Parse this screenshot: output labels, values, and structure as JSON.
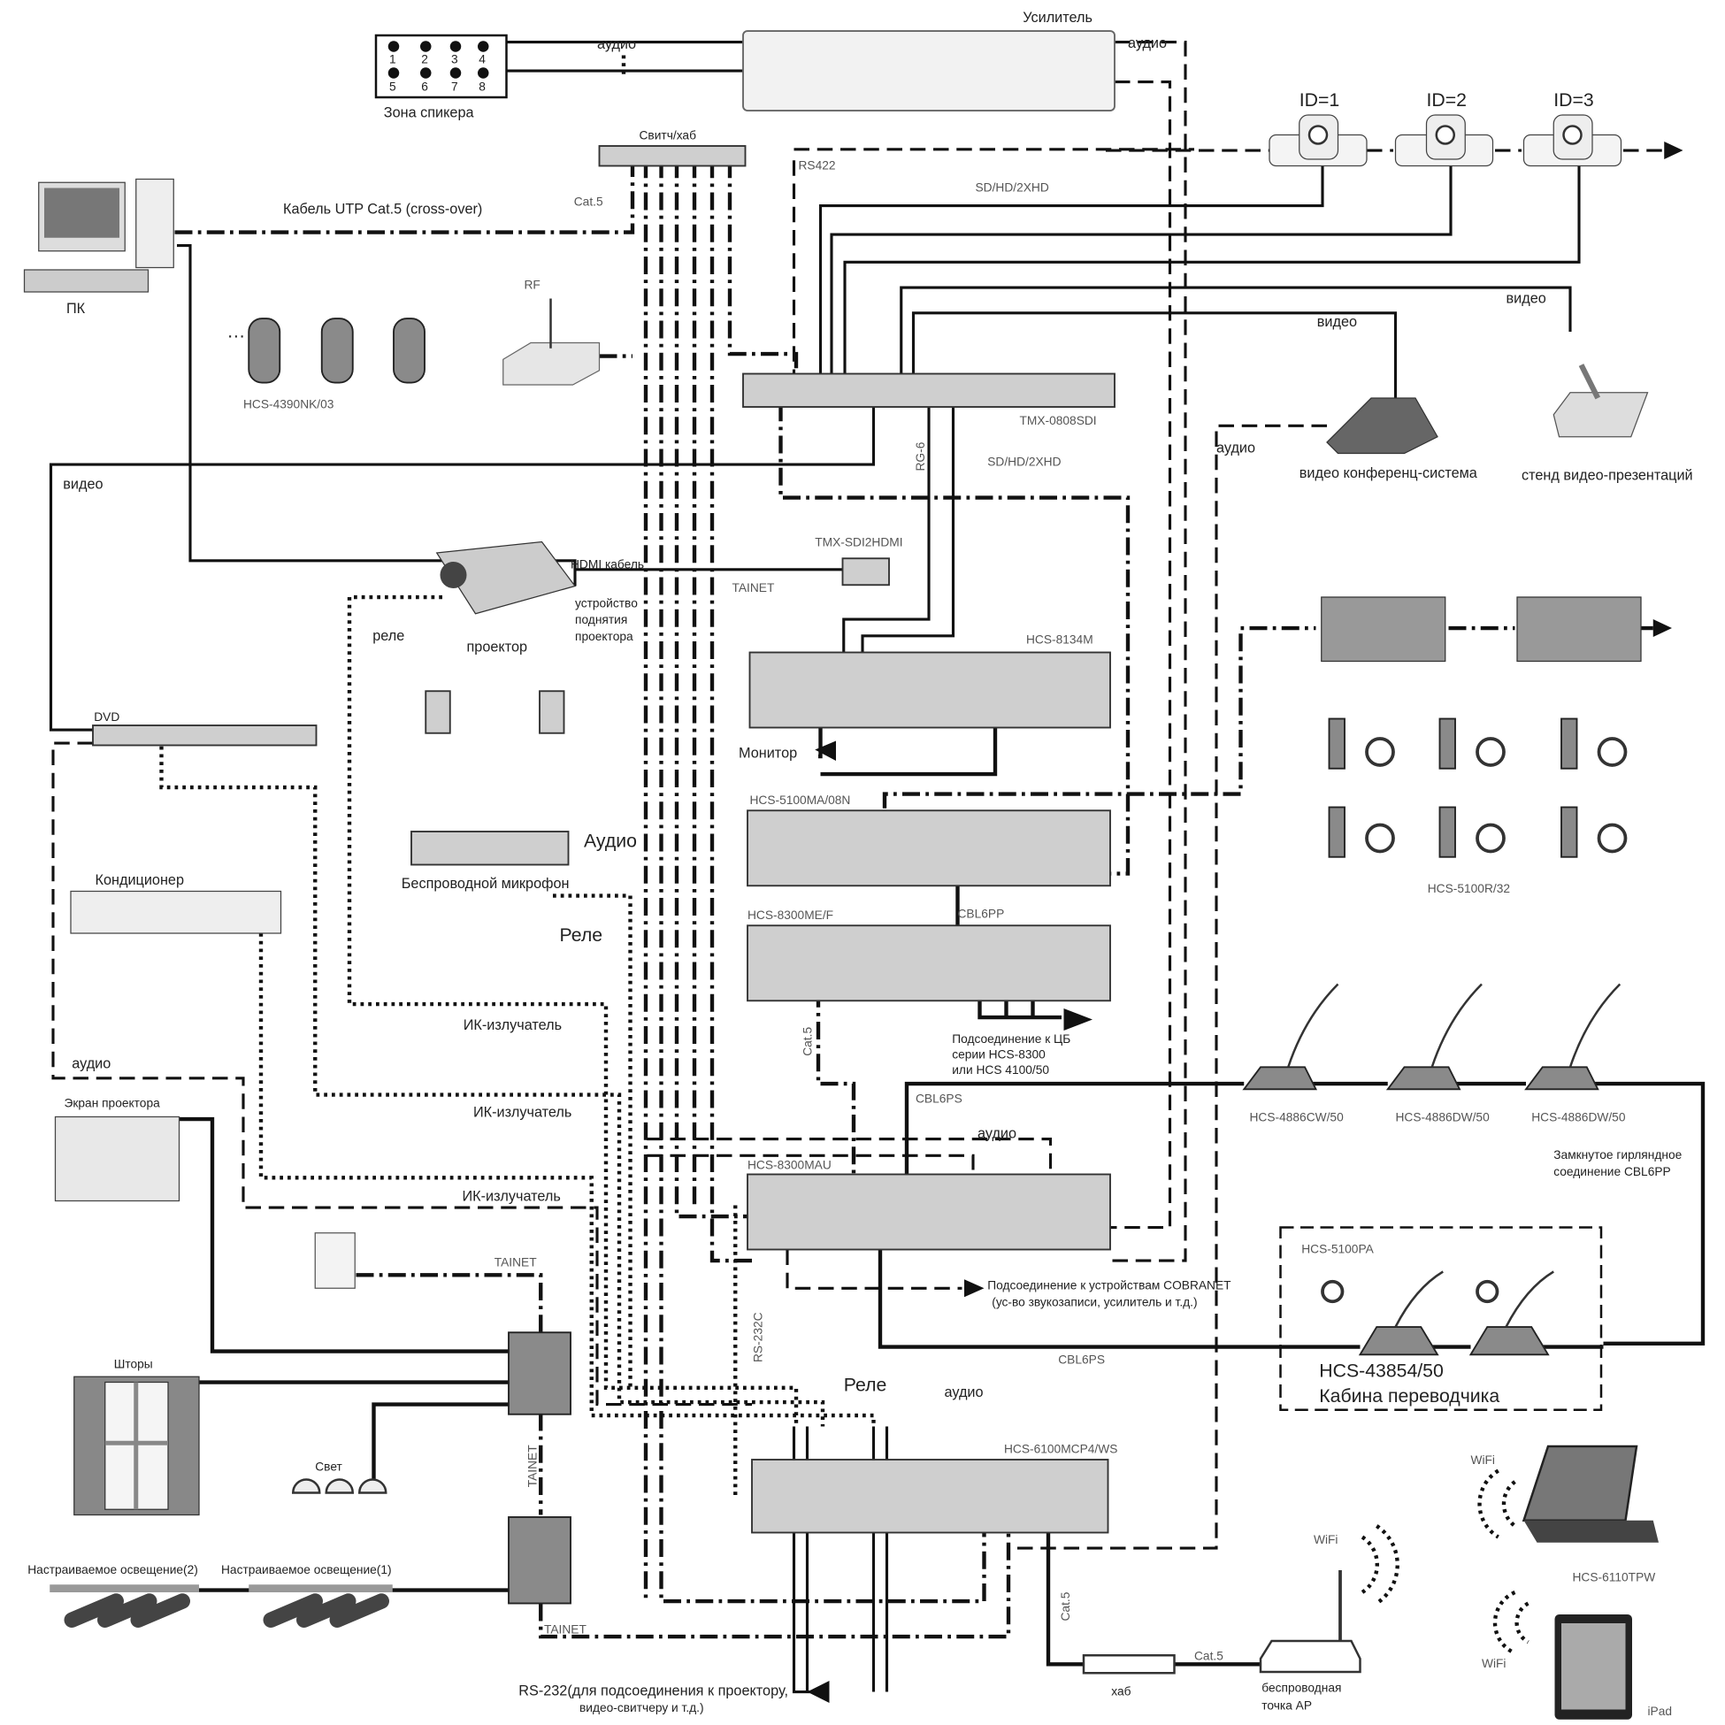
{
  "top": {
    "amplifier": "Усилитель",
    "audio_left": "аудио",
    "audio_right": "аудио",
    "speaker_zone": "Зона спикера",
    "speaker_numbers": [
      "1",
      "2",
      "3",
      "4",
      "5",
      "6",
      "7",
      "8"
    ],
    "switch_hub": "Свитч/хаб",
    "rs422": "RS422",
    "cat5": "Cat.5",
    "sdhd_top": "SD/HD/2XHD",
    "utp_cable": "Кабель UTP Cat.5 (cross-over)",
    "pc": "ПК",
    "rf": "RF",
    "handheld_model": "HCS-4390NK/03"
  },
  "cameras": [
    "ID=1",
    "ID=2",
    "ID=3"
  ],
  "video_sources": {
    "video1": "видео",
    "video2": "видео",
    "audio": "аудио",
    "vcs": "видео конференц-система",
    "presenter": "стенд видео-презентаций"
  },
  "matrix": {
    "model": "TMX-0808SDI",
    "rg6": "RG-6",
    "sdhd": "SD/HD/2XHD",
    "converter": "TMX-SDI2HDMI"
  },
  "left": {
    "video": "видео",
    "hdmi": "HDMI кабель",
    "tainet": "TAINET",
    "lift": [
      "устройство",
      "поднятия",
      "проектора"
    ],
    "relay": "реле",
    "projector": "проектор",
    "dvd": "DVD",
    "aircon": "Кондиционер",
    "audio": "аудио",
    "screen": "Экран проектора",
    "curtains": "Шторы",
    "light": "Свет",
    "tainet2": "TAINET",
    "tainet3": "TAINET",
    "tainet4": "TAINET",
    "dim2": "Настраиваемое освещение(2)",
    "dim1": "Настраиваемое освещение(1)"
  },
  "center": {
    "hcs8134m": "HCS-8134M",
    "monitor": "Монитор",
    "hcs5100ma": "HCS-5100MA/08N",
    "audio_big": "Аудио",
    "wireless_mic": "Беспроводной микрофон",
    "hcs8300mef": "HCS-8300ME/F",
    "cbl6pp": "CBL6PP",
    "relay_big": "Реле",
    "ir1": "ИК-излучатель",
    "ir2": "ИК-излучатель",
    "ir3": "ИК-излучатель",
    "cat5": "Cat.5",
    "cu_conn": [
      "Подсоединение к ЦБ",
      "серии HCS-8300",
      "или HCS 4100/50"
    ],
    "cbl6ps": "CBL6PS",
    "audio": "аудио",
    "hcs8300mau": "HCS-8300MAU",
    "cobranet": [
      "Подсоединение к устройствам COBRANET",
      "(ус-во звукозаписи, усилитель и т.д.)"
    ],
    "rs232c": "RS-232C",
    "cbl6ps2": "CBL6PS",
    "relay2": "Реле",
    "audio2": "аудио",
    "hcs6100": "HCS-6100MCP4/WS",
    "cat5b": "Cat.5",
    "rs232": [
      "RS-232(для подсоединения к проектору,",
      "видео-свитчеру и т.д.)"
    ]
  },
  "right": {
    "receivers": "HCS-5100R/32",
    "units": [
      "HCS-4886CW/50",
      "HCS-4886DW/50",
      "HCS-4886DW/50"
    ],
    "daisy": [
      "Замкнутое гирляндное",
      "соединение CBL6PP"
    ],
    "booth_model_pa": "HCS-5100PA",
    "booth_unit": "HCS-43854/50",
    "booth": "Кабина переводчика",
    "wifi1": "WiFi",
    "wifi2": "WiFi",
    "wifi3": "WiFi",
    "touch_panel": "HCS-6110TPW",
    "hub": "хаб",
    "cat5": "Cat.5",
    "ap": [
      "беспроводная",
      "точка AP"
    ],
    "ipad": "iPad"
  }
}
